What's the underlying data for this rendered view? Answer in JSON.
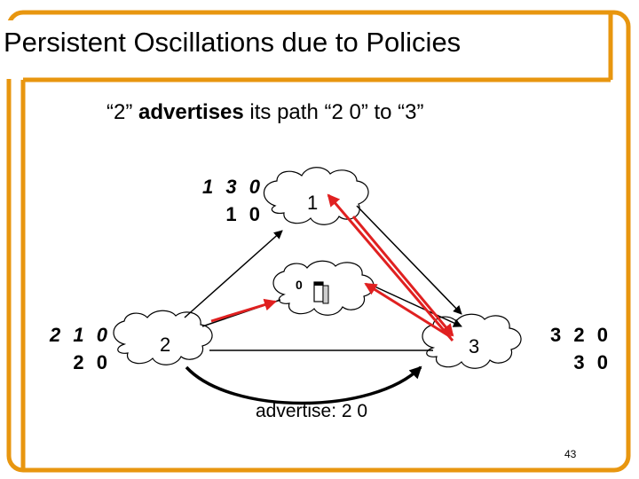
{
  "slide": {
    "title": "Persistent Oscillations due to Policies",
    "subtitle_open": "“2” ",
    "subtitle_bold": "advertises",
    "subtitle_rest": " its path “2 0” to “3”",
    "caption": "advertise: 2 0",
    "page_number": "43"
  },
  "nodes": {
    "n1": "1",
    "n0": "0",
    "n2": "2",
    "n3": "3"
  },
  "paths": {
    "node1_line1": "1 3 0",
    "node1_line2": "1 0",
    "node2_line1": "2 1 0",
    "node2_line2": "2 0",
    "node3_line1": "3 2 0",
    "node3_line2": "3 0"
  },
  "colors": {
    "frame": "#e8960f",
    "highlight": "#e02020",
    "line": "#000000"
  }
}
